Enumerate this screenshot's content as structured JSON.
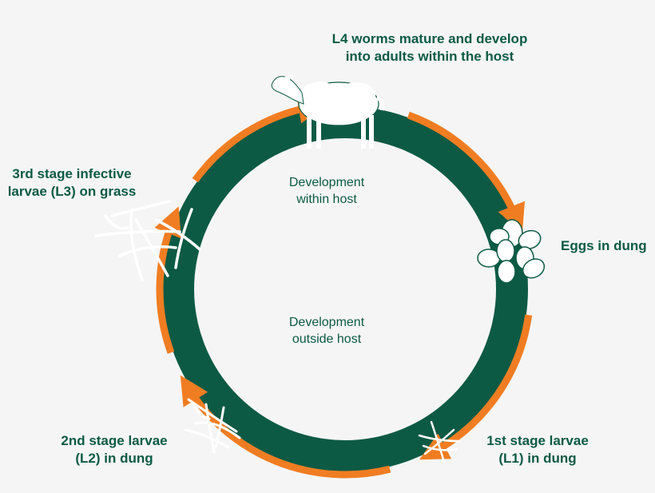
{
  "stages": {
    "l4": {
      "line1": "L4 worms mature and develop",
      "line2": "into adults within the host"
    },
    "eggs": {
      "line1": "Eggs in dung"
    },
    "l1": {
      "line1": "1st stage larvae",
      "line2": "(L1) in dung"
    },
    "l2": {
      "line1": "2nd stage larvae",
      "line2": "(L2) in dung"
    },
    "l3": {
      "line1": "3rd stage infective",
      "line2": "larvae (L3) on grass"
    }
  },
  "phases": {
    "within": {
      "line1": "Development",
      "line2": "within host"
    },
    "outside": {
      "line1": "Development",
      "line2": "outside host"
    }
  },
  "icons": {
    "host": "sheep-icon",
    "eggs": "eggs-icon",
    "l1": "larvae-l1-icon",
    "l2": "larvae-l2-icon",
    "l3": "larvae-l3-icon"
  },
  "colors": {
    "ring": "#0d5a44",
    "arrows": "#f07d22",
    "text": "#0d5a44",
    "icon_fill": "#ffffff",
    "background": "#f5f5f5"
  }
}
